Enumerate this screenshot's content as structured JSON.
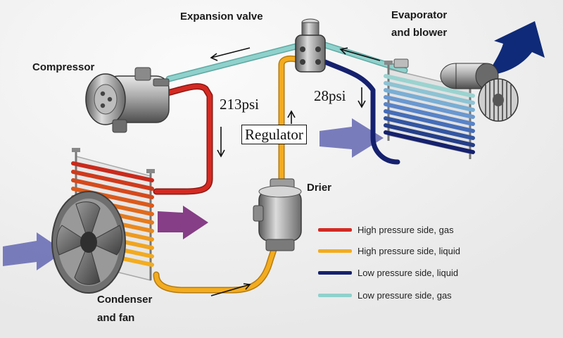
{
  "labels": {
    "expansion_valve": "Expansion valve",
    "evaporator_line1": "Evaporator",
    "evaporator_line2": "and blower",
    "compressor": "Compressor",
    "drier": "Drier",
    "condenser_line1": "Condenser",
    "condenser_line2": "and fan",
    "pressure_high": "213psi",
    "pressure_low": "28psi",
    "regulator": "Regulator"
  },
  "legend": [
    {
      "label": "High pressure side, gas",
      "color": "#d32a22"
    },
    {
      "label": "High pressure side, liquid",
      "color": "#f3ac1f"
    },
    {
      "label": "Low pressure side, liquid",
      "color": "#15216e"
    },
    {
      "label": "Low pressure side, gas",
      "color": "#8fd1cc"
    }
  ],
  "colors": {
    "high_gas": "#d32a22",
    "high_liquid": "#f3ac1f",
    "low_liquid": "#15216e",
    "low_gas": "#8fd1cc",
    "airflow_in": "#6b6fb5",
    "airflow_hot": "#7a2a7a",
    "airflow_out": "#0f2a78"
  }
}
